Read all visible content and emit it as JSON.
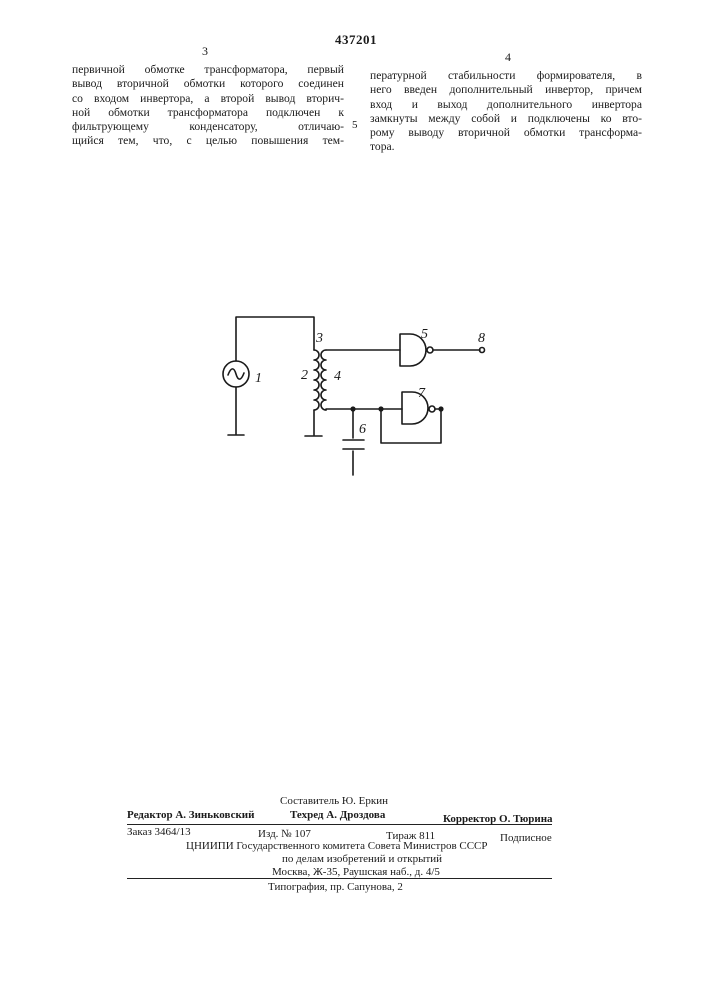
{
  "header": {
    "patent_number": "437201",
    "col_left_number": "3",
    "col_right_number": "4",
    "line_marker": "5"
  },
  "columns": {
    "left": [
      "первичной обмотке трансформатора, первый",
      "вывод вторичной обмотки которого соединен",
      "со входом инвертора, а второй вывод вторич-",
      "ной обмотки трансформатора подключен к",
      "фильтрующему конденсатору, отличаю-",
      "щийся тем, что, с целью повышения тем-"
    ],
    "right": [
      "пературной стабильности формирователя, в",
      "него введен дополнительный инвертор, причем",
      "вход и выход дополнительного инвертора",
      "замкнуты между собой и подключены ко вто-",
      "рому выводу вторичной обмотки трансформа-",
      "тора."
    ]
  },
  "diagram": {
    "labels": {
      "source": "1",
      "primary": "2",
      "secondary_top": "3",
      "secondary": "4",
      "inverter": "5",
      "capacitor": "6",
      "extra_inverter": "7",
      "output": "8"
    }
  },
  "credits": {
    "compiler": "Составитель Ю. Еркин",
    "editor": "Редактор А. Зиньковский",
    "techred": "Техред А. Дроздова",
    "corrector": "Корректор О. Тюрина",
    "order": "Заказ 3464/13",
    "edition": "Изд. № 107",
    "circulation": "Тираж 811",
    "subscription": "Подписное",
    "institute_1": "ЦНИИПИ Государственного комитета Совета Министров СССР",
    "institute_2": "по делам изобретений и открытий",
    "address": "Москва, Ж-35, Раушская наб., д. 4/5",
    "printing": "Типография, пр. Сапунова, 2"
  }
}
